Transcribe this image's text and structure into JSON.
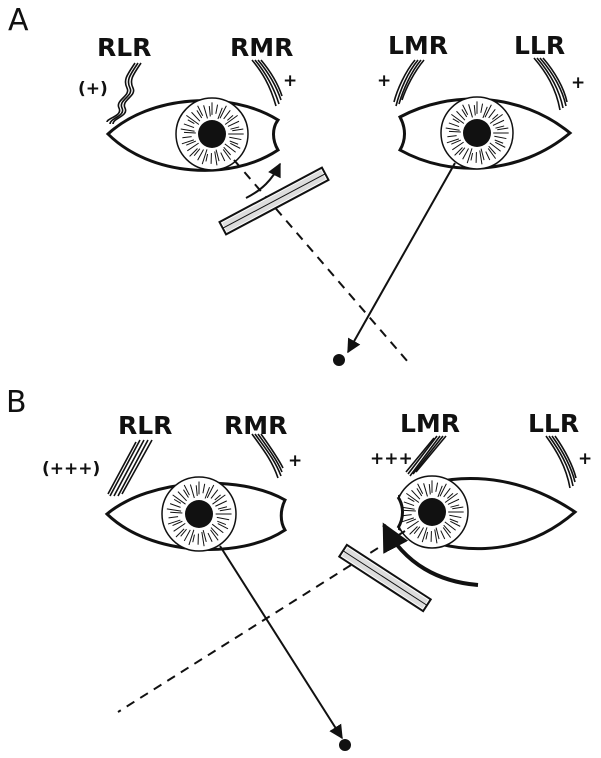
{
  "figure": {
    "panels": [
      {
        "label": "A",
        "muscles": [
          {
            "name": "RLR",
            "innervation": "(+)"
          },
          {
            "name": "RMR",
            "innervation": "+"
          },
          {
            "name": "LMR",
            "innervation": "+"
          },
          {
            "name": "LLR",
            "innervation": "+"
          }
        ],
        "description": "Prism before right eye; right eye deviates to follow image, left eye fixates target"
      },
      {
        "label": "B",
        "muscles": [
          {
            "name": "RLR",
            "innervation": "(+++)"
          },
          {
            "name": "RMR",
            "innervation": "+"
          },
          {
            "name": "LMR",
            "innervation": "+++"
          },
          {
            "name": "LLR",
            "innervation": "+"
          }
        ],
        "description": "Prism before left eye; left eye adducts strongly, right eye fixates target"
      }
    ]
  },
  "colors": {
    "ink": "#111111",
    "background": "#ffffff"
  }
}
